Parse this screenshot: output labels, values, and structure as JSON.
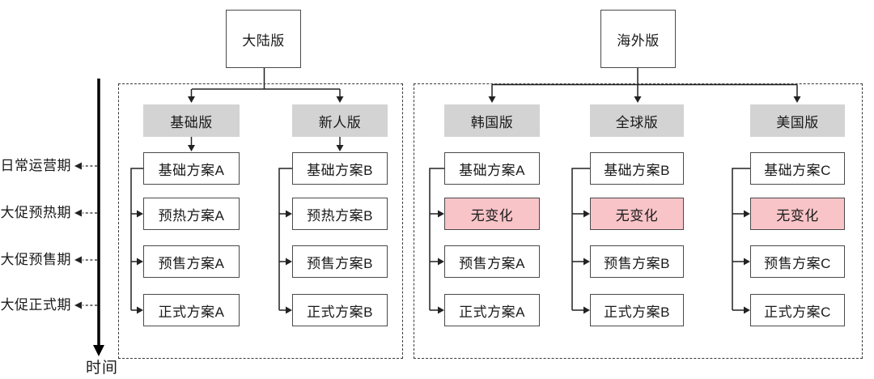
{
  "colors": {
    "line": "#222222",
    "box_border": "#4a4a4a",
    "version_fill": "#d3d3d3",
    "highlight_fill": "#f8c4c8",
    "group_border": "#3a3a3a"
  },
  "roots": [
    {
      "label": "大陆版"
    },
    {
      "label": "海外版"
    }
  ],
  "timeline": {
    "axis_label": "时间",
    "periods": [
      "日常运营期",
      "大促预热期",
      "大促预售期",
      "大促正式期"
    ]
  },
  "groups": [
    {
      "columns": [
        {
          "version": "基础版",
          "plans": [
            "基础方案A",
            "预热方案A",
            "预售方案A",
            "正式方案A"
          ]
        },
        {
          "version": "新人版",
          "plans": [
            "基础方案B",
            "预热方案B",
            "预售方案B",
            "正式方案B"
          ]
        }
      ]
    },
    {
      "columns": [
        {
          "version": "韩国版",
          "plans": [
            "基础方案A",
            "无变化",
            "预售方案A",
            "正式方案A"
          ]
        },
        {
          "version": "全球版",
          "plans": [
            "基础方案B",
            "无变化",
            "预售方案B",
            "正式方案B"
          ]
        },
        {
          "version": "美国版",
          "plans": [
            "基础方案C",
            "无变化",
            "预售方案C",
            "正式方案C"
          ]
        }
      ]
    }
  ]
}
